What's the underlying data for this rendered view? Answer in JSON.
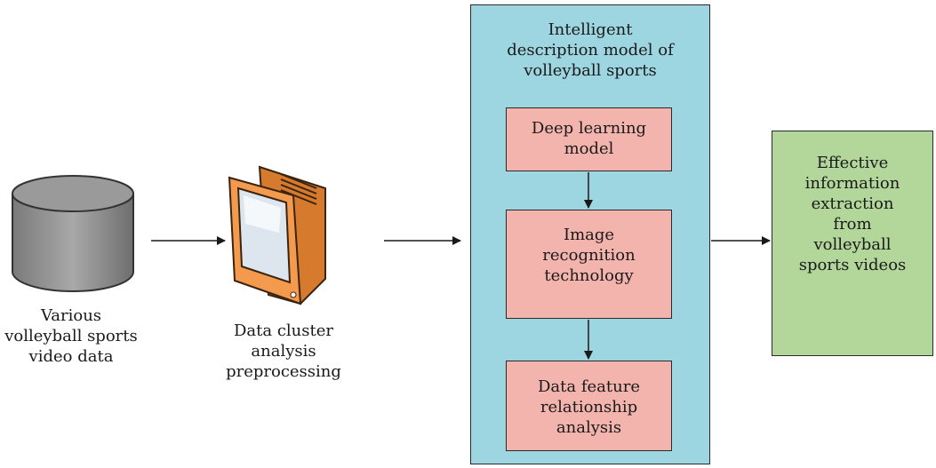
{
  "source": {
    "label": "Various\nvolleyball sports\nvideo data"
  },
  "preprocess": {
    "label": "Data cluster\nanalysis\npreprocessing"
  },
  "model_panel": {
    "title": "Intelligent\ndescription model of\nvolleyball sports",
    "steps": [
      {
        "label": "Deep learning\nmodel"
      },
      {
        "label": "Image\nrecognition\ntechnology"
      },
      {
        "label": "Data feature\nrelationship\nanalysis"
      }
    ]
  },
  "output": {
    "label": "Effective\ninformation\nextraction\nfrom\nvolleyball\nsports videos"
  },
  "colors": {
    "panel_fill": "#9dd5e0",
    "step_fill": "#f4b4ae",
    "output_fill": "#b3d69b",
    "database_fill": "#9a9a9a",
    "monitor_fill": "#f39a4e"
  }
}
